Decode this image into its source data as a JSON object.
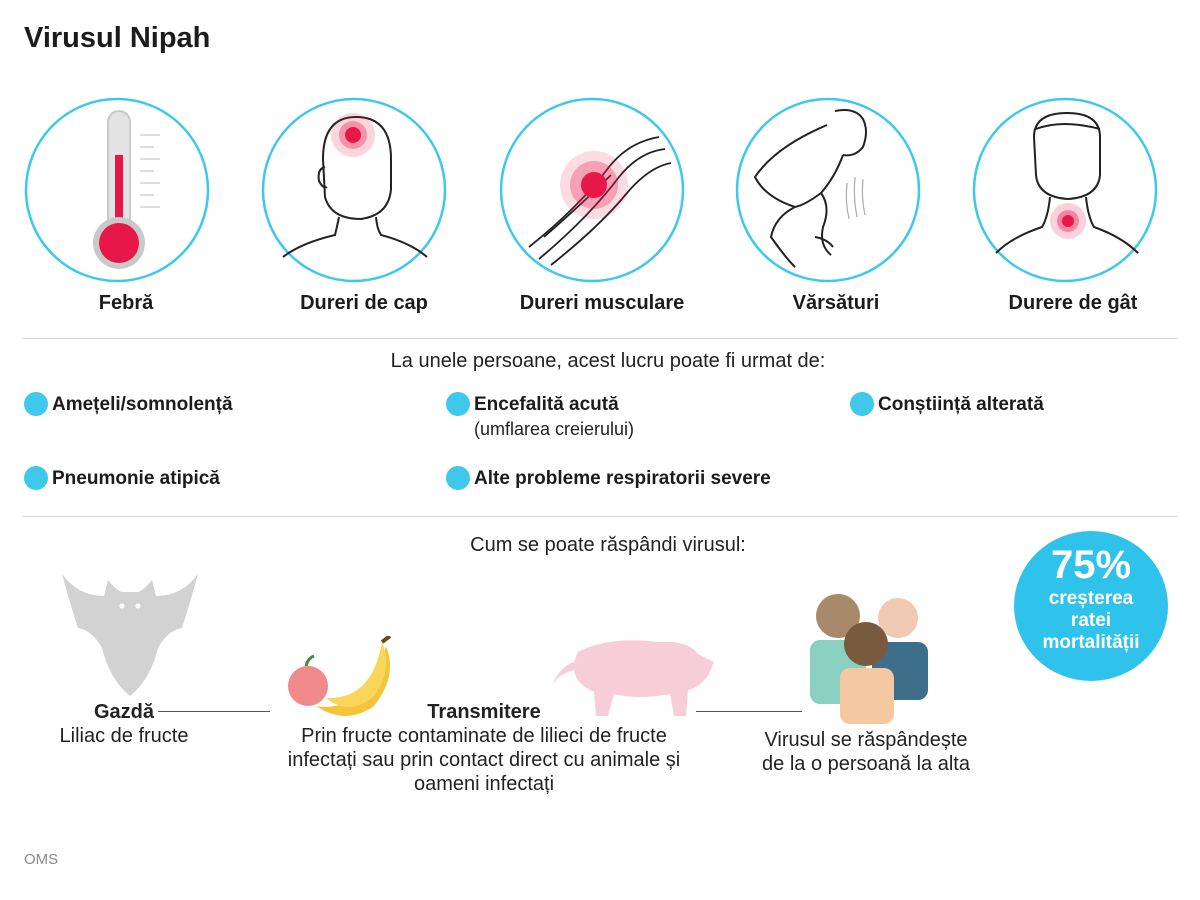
{
  "title": "Virusul Nipah",
  "symptoms": [
    {
      "label": "Febră",
      "icon": "thermometer-icon"
    },
    {
      "label": "Dureri de cap",
      "icon": "head-icon"
    },
    {
      "label": "Dureri musculare",
      "icon": "muscle-icon"
    },
    {
      "label": "Vărsături",
      "icon": "vomiting-person-icon"
    },
    {
      "label": "Durere de gât",
      "icon": "throat-icon"
    }
  ],
  "followup": {
    "heading": "La unele persoane, acest lucru poate fi urmat de:",
    "items": [
      {
        "label": "Amețeli/somnolență"
      },
      {
        "label": "Encefalită acută",
        "sub": "(umflarea creierului)"
      },
      {
        "label": "Conștiință alterată"
      },
      {
        "label": "Pneumonie atipică"
      },
      {
        "label": "Alte probleme respiratorii severe"
      }
    ]
  },
  "spread": {
    "heading": "Cum se poate răspândi virusul:",
    "host": {
      "title": "Gazdă",
      "text": "Liliac de fructe",
      "icon": "bat-icon"
    },
    "transmission": {
      "title": "Transmitere",
      "text": "Prin fructe contaminate de lilieci de fructe infectați sau prin contact direct cu animale și oameni infectați",
      "icons": [
        "fruit-icon",
        "pig-icon"
      ]
    },
    "person": {
      "text": "Virusul se răspândește de la o persoană la alta",
      "icon": "people-icon"
    },
    "stat": {
      "value": "75%",
      "text": "creșterea ratei mortalității"
    }
  },
  "source": "OMS",
  "colors": {
    "accent": "#3ec8ec",
    "pain": "#e8174a",
    "circle_border": "#3ec8ec"
  }
}
